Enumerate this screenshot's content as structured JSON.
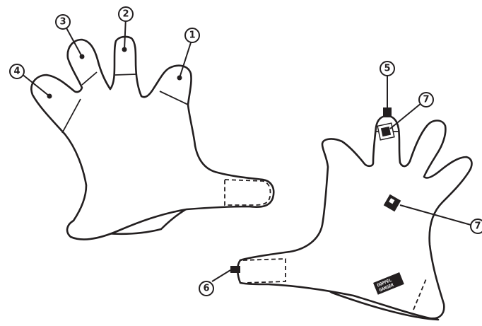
{
  "callouts": {
    "c1": "1",
    "c2": "2",
    "c3": "3",
    "c4": "4",
    "c5": "5",
    "c6": "6",
    "c7a": "7",
    "c7b": "7"
  },
  "brand_tag": {
    "line1": "DOPPEL",
    "line2": "GANGER"
  },
  "colors": {
    "outline": "#231f20",
    "fill": "#ffffff"
  }
}
